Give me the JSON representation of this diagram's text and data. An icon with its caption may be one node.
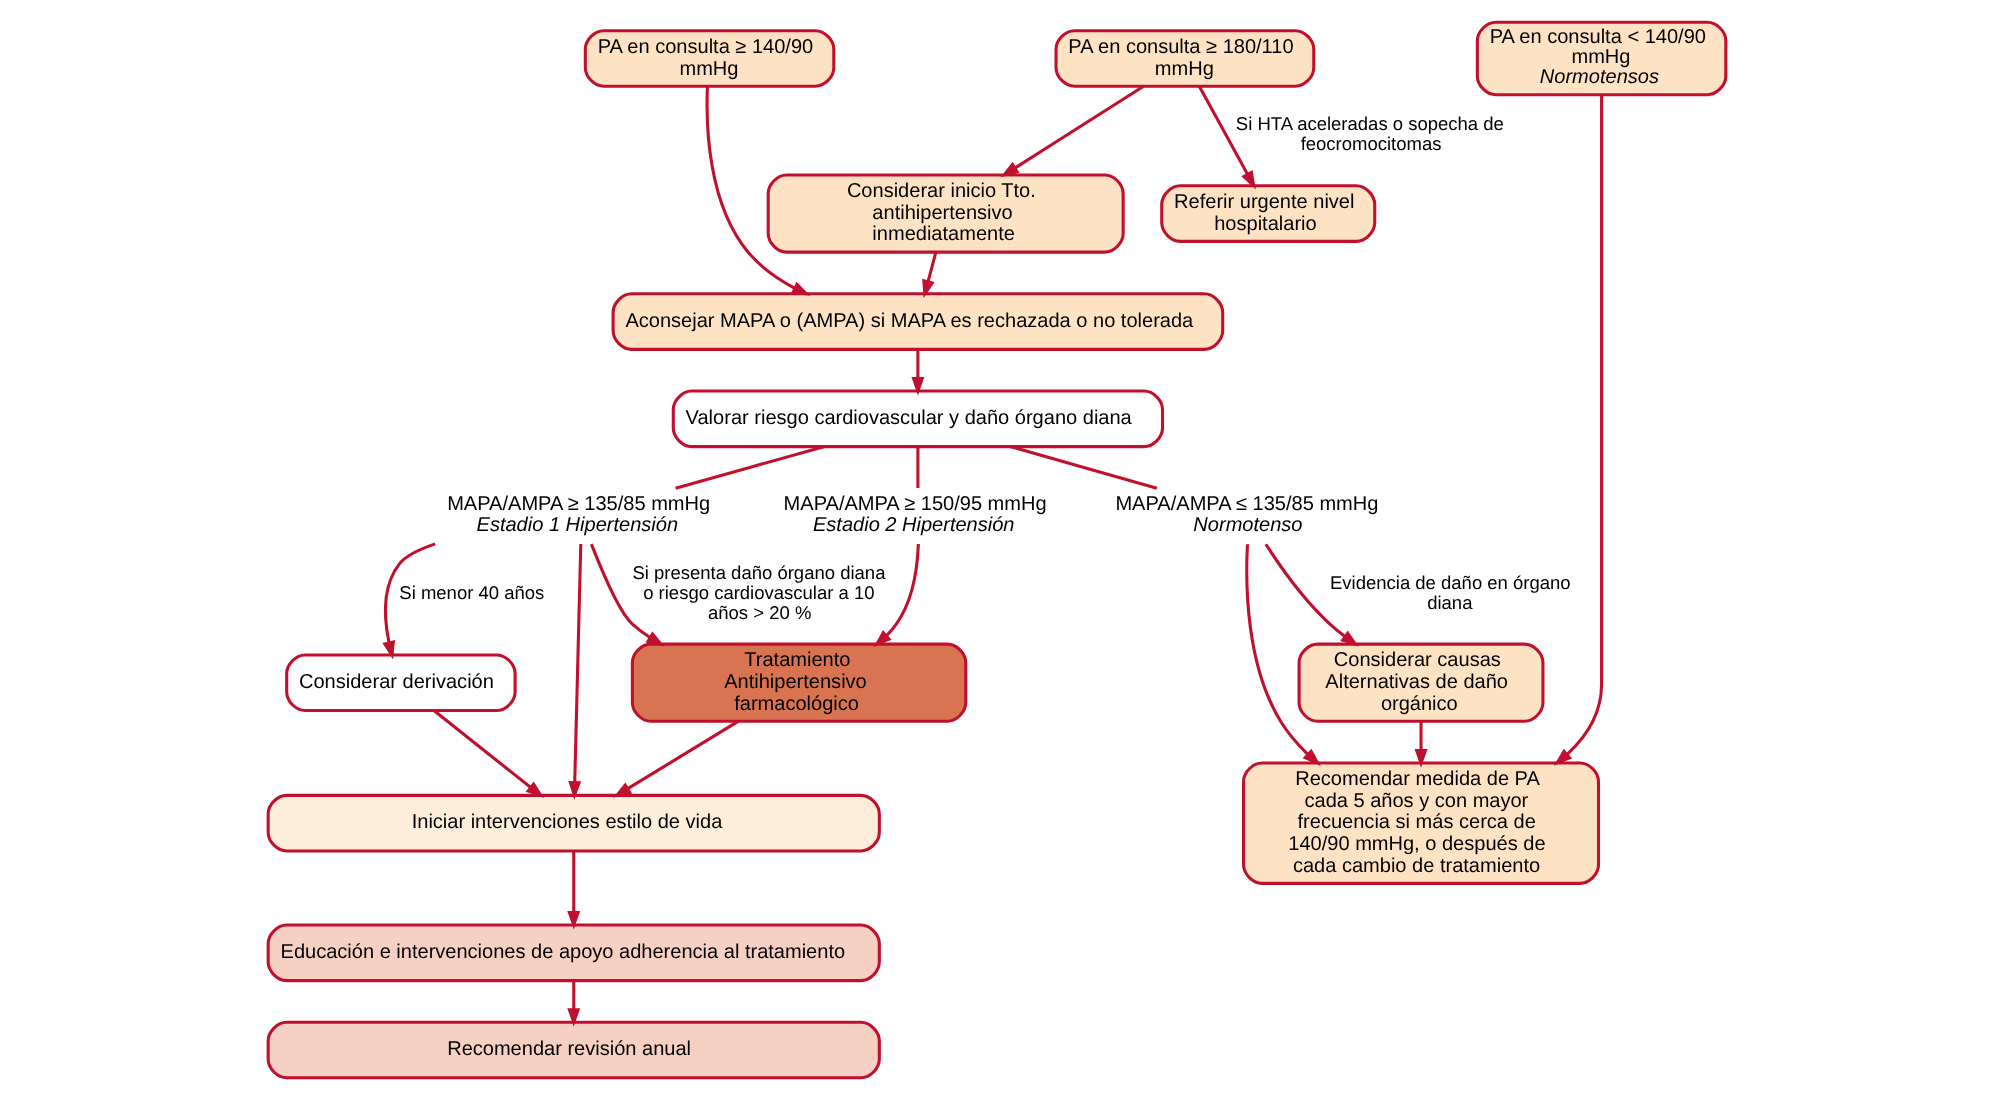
{
  "diagram": {
    "nodes": [
      {
        "text": [
          "PA en consulta < 140/90 mmHg",
          "Normotensos"
        ]
      },
      {
        "text": [
          "PA en consulta ≥ 140/90 mmHg"
        ]
      },
      {
        "text": [
          "PA en consulta ≥ 180/110 mmHg"
        ]
      },
      {
        "text": [
          "Referir urgente nivel hospitalario"
        ]
      },
      {
        "text": [
          "Considerar inicio Tto. antihipertensivo inmediatamente"
        ]
      },
      {
        "text": [
          "Aconsejar MAPA o (AMPA) si MAPA es rechazada o no tolerada"
        ]
      },
      {
        "text": [
          "Valorar riesgo cardiovascular y daño órgano diana"
        ]
      },
      {
        "text": [
          "MAPA/AMPA ≤ 135/85 mmHg",
          "Normotenso"
        ]
      },
      {
        "text": [
          "MAPA/AMPA ≥ 135/85 mmHg",
          "Estadio 1 Hipertensión"
        ]
      },
      {
        "text": [
          "MAPA/AMPA ≥ 150/95 mmHg",
          "Estadio 2 Hipertensión"
        ]
      },
      {
        "text": [
          "Tratamiento Antihipertensivo farmacológico"
        ]
      },
      {
        "text": [
          "Considerar causas Alternativas de daño orgánico"
        ]
      },
      {
        "text": [
          "Considerar derivación"
        ]
      },
      {
        "text": [
          "Recomendar medida de PA cada 5 años y con mayor frecuencia si más cerca de 140/90 mmHg, o después de cada cambio de tratamiento"
        ]
      },
      {
        "text": [
          "Iniciar intervenciones estilo de vida"
        ]
      },
      {
        "text": [
          "Educación e intervenciones de apoyo adherencia al tratamiento"
        ]
      },
      {
        "text": [
          "Recomendar revisión anual"
        ]
      }
    ],
    "edges": [
      {
        "from": 0,
        "to": 13,
        "arrow": "to"
      },
      {
        "from": 1,
        "to": 5,
        "arrow": "to"
      },
      {
        "from": 2,
        "to": 4,
        "arrow": "to"
      },
      {
        "from": 2,
        "to": 3,
        "arrow": "to",
        "label": "Si HTA aceleradas o sopecha de feocromocitomas"
      },
      {
        "from": 4,
        "to": 5,
        "arrow": "to"
      },
      {
        "from": 5,
        "to": 6,
        "arrow": "to"
      },
      {
        "from": 6,
        "to": 7,
        "arrow": "none"
      },
      {
        "from": 6,
        "to": 8,
        "arrow": "none"
      },
      {
        "from": 6,
        "to": 9,
        "arrow": "none"
      },
      {
        "from": 7,
        "to": 13,
        "arrow": "to"
      },
      {
        "from": 7,
        "to": 11,
        "arrow": "to",
        "label": "Evidencia de daño en órgano diana"
      },
      {
        "from": 11,
        "to": 13,
        "arrow": "to"
      },
      {
        "from": 8,
        "to": 14,
        "arrow": "to"
      },
      {
        "from": 8,
        "to": 10,
        "arrow": "to",
        "label": "Si presenta daño órgano diana o riesgo cardiovascular a 10 años > 20 %"
      },
      {
        "from": 8,
        "to": 12,
        "arrow": "to",
        "label": "Si menor 40 años"
      },
      {
        "from": 9,
        "to": 10,
        "arrow": "to"
      },
      {
        "from": 10,
        "to": 14,
        "arrow": "to"
      },
      {
        "from": 12,
        "to": 14,
        "arrow": "to"
      },
      {
        "from": 14,
        "to": 15,
        "arrow": "to"
      },
      {
        "from": 15,
        "to": 16,
        "arrow": "to"
      }
    ]
  }
}
